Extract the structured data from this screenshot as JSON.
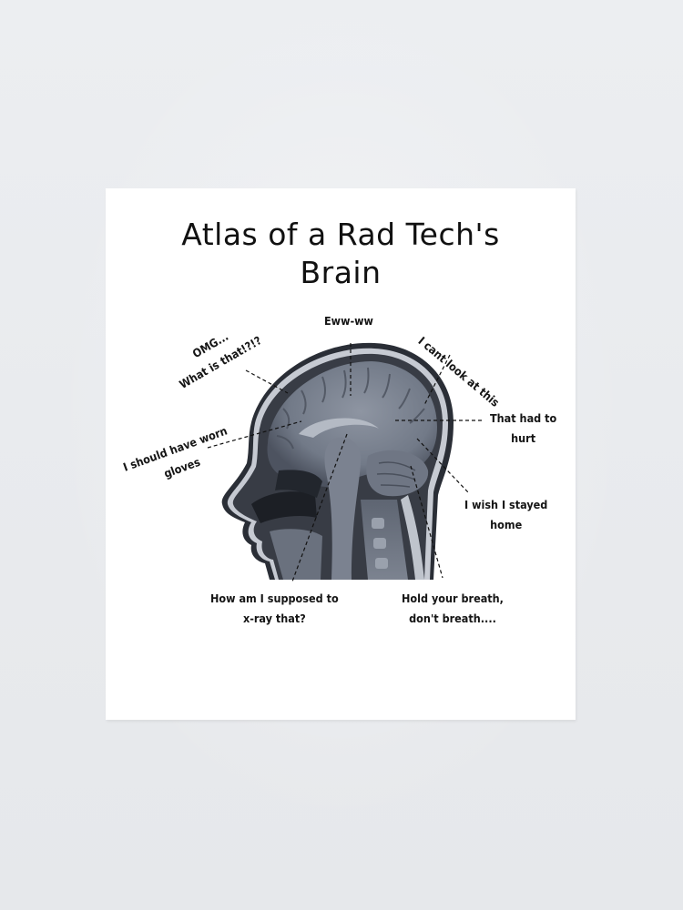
{
  "poster": {
    "title_line1": "Atlas of a Rad Tech's",
    "title_line2": "Brain",
    "image": "sagittal-mri-head-scan",
    "labels": {
      "eww": "Eww-ww",
      "omg_line1": "OMG...",
      "omg_line2": "What is that!?!?",
      "cant_look": "I cant look at this",
      "gloves_line1": "I should have worn",
      "gloves_line2": "gloves",
      "hurt_line1": "That had to",
      "hurt_line2": "hurt",
      "home_line1": "I wish I stayed",
      "home_line2": "home",
      "xray_line1": "How am I supposed to",
      "xray_line2": "x-ray that?",
      "breath_line1": "Hold your breath,",
      "breath_line2": "don't breath...."
    }
  },
  "colors": {
    "wall": "#e9ebee",
    "poster": "#ffffff",
    "text": "#151515",
    "scan_dark": "#1b1e24",
    "scan_mid": "#6d7482",
    "scan_light": "#a3a9b4"
  }
}
